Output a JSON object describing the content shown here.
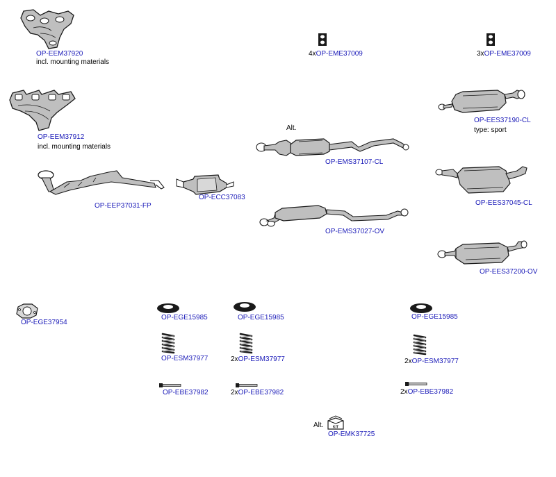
{
  "colors": {
    "link": "#1a1ab8",
    "text": "#000000",
    "part_fill": "#bfbfbf",
    "part_dark": "#1a1a1a",
    "background": "#ffffff"
  },
  "notes": {
    "mounting_1": "incl. mounting materials",
    "mounting_2": "incl. mounting materials",
    "alt_front": "Alt.",
    "type_sport": "type: sport",
    "alt_kit": "Alt."
  },
  "parts": {
    "manifold_1": {
      "code": "OP-EEM37920",
      "icon": "exhaust-manifold-icon"
    },
    "manifold_2": {
      "code": "OP-EEM37912",
      "icon": "exhaust-manifold-icon"
    },
    "front_pipe": {
      "code": "OP-EEP37031-FP",
      "icon": "front-pipe-icon"
    },
    "catalyst": {
      "code": "OP-ECC37083",
      "icon": "catalytic-converter-icon"
    },
    "middle_silencer_1": {
      "code": "OP-EMS37107-CL",
      "icon": "middle-silencer-icon"
    },
    "middle_silencer_2": {
      "code": "OP-EMS37027-OV",
      "icon": "middle-silencer-icon"
    },
    "rear_silencer_1": {
      "code": "OP-EES37190-CL",
      "icon": "rear-silencer-sport-icon"
    },
    "rear_silencer_2": {
      "code": "OP-EES37045-CL",
      "icon": "rear-silencer-icon"
    },
    "rear_silencer_3": {
      "code": "OP-EES37200-OV",
      "icon": "rear-silencer-oval-icon"
    },
    "mount_1": {
      "qty": "4x",
      "code": "OP-EME37009",
      "icon": "rubber-mount-icon"
    },
    "mount_2": {
      "qty": "3x",
      "code": "OP-EME37009",
      "icon": "rubber-mount-icon"
    },
    "gasket": {
      "code": "OP-EGE37954",
      "icon": "flange-gasket-icon"
    },
    "ring_1": {
      "code": "OP-EGE15985",
      "icon": "sealing-ring-icon"
    },
    "ring_2": {
      "code": "OP-EGE15985",
      "icon": "sealing-ring-icon"
    },
    "ring_3": {
      "code": "OP-EGE15985",
      "icon": "sealing-ring-icon"
    },
    "spring_1": {
      "code": "OP-ESM37977",
      "icon": "spring-icon"
    },
    "spring_2": {
      "qty": "2x",
      "code": "OP-ESM37977",
      "icon": "spring-icon"
    },
    "spring_3": {
      "qty": "2x",
      "code": "OP-ESM37977",
      "icon": "spring-icon"
    },
    "bolt_1": {
      "code": "OP-EBE37982",
      "icon": "bolt-icon"
    },
    "bolt_2": {
      "qty": "2x",
      "code": "OP-EBE37982",
      "icon": "bolt-icon"
    },
    "bolt_3": {
      "qty": "2x",
      "code": "OP-EBE37982",
      "icon": "bolt-icon"
    },
    "kit": {
      "code": "OP-EMK37725",
      "icon": "mounting-kit-icon",
      "box_text": "KIT"
    }
  }
}
